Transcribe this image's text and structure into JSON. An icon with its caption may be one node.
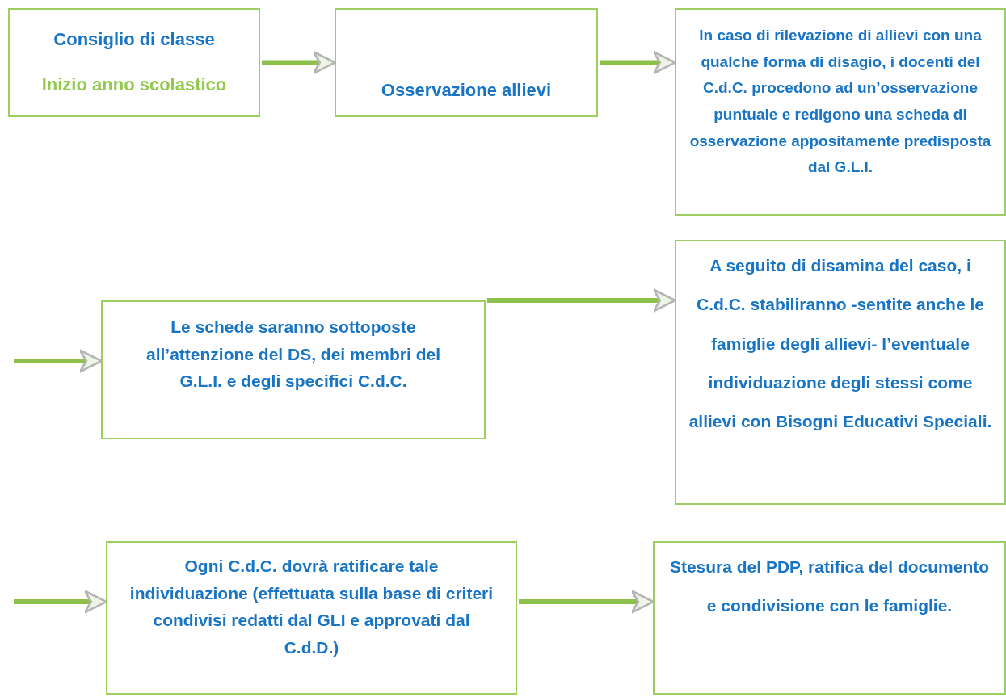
{
  "diagram": {
    "nodes": [
      {
        "text": [
          "Consiglio di classe",
          "Inizio anno scolastico"
        ]
      },
      {
        "text": [
          "Osservazione allievi"
        ]
      },
      {
        "text": [
          "In caso di rilevazione di allievi con una qualche forma di disagio, i docenti del C.d.C. procedono ad un’osservazione puntuale e redigono una scheda di osservazione appositamente predisposta dal G.L.I."
        ]
      },
      {
        "text": [
          "Le schede saranno sottoposte all’attenzione del DS, dei membri del G.L.I. e degli specifici C.d.C."
        ]
      },
      {
        "text": [
          "A seguito di disamina del caso, i C.d.C. stabiliranno -sentite anche le famiglie degli allievi- l’eventuale individuazione degli stessi come allievi con Bisogni Educativi Speciali."
        ]
      },
      {
        "text": [
          "Ogni C.d.C. dovrà ratificare tale individuazione (effettuata sulla base di criteri condivisi redatti dal GLI e approvati dal C.d.D.)"
        ]
      },
      {
        "text": [
          "Stesura del PDP, ratifica del documento e condivisione con le famiglie."
        ]
      }
    ],
    "edges": [
      {
        "from": 0,
        "to": 1,
        "arrow": "to"
      },
      {
        "from": 1,
        "to": 2,
        "arrow": "to"
      },
      {
        "from": null,
        "to": 3,
        "arrow": "to"
      },
      {
        "from": 3,
        "to": 4,
        "arrow": "to"
      },
      {
        "from": null,
        "to": 5,
        "arrow": "to"
      },
      {
        "from": 5,
        "to": 6,
        "arrow": "to"
      }
    ]
  }
}
